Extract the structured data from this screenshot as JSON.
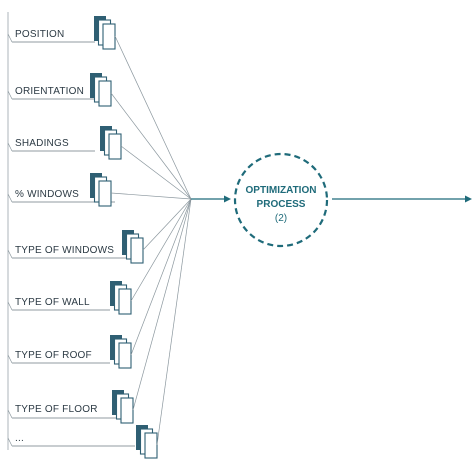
{
  "inputs": [
    {
      "label": "POSITION",
      "icon": "document-stack-icon"
    },
    {
      "label": "ORIENTATION",
      "icon": "document-stack-icon"
    },
    {
      "label": "SHADINGS",
      "icon": "document-stack-icon"
    },
    {
      "label": "% WINDOWS",
      "icon": "document-stack-icon"
    },
    {
      "label": "TYPE OF WINDOWS",
      "icon": "document-stack-icon"
    },
    {
      "label": "TYPE OF WALL",
      "icon": "document-stack-icon"
    },
    {
      "label": "TYPE OF ROOF",
      "icon": "document-stack-icon"
    },
    {
      "label": "TYPE OF FLOOR",
      "icon": "document-stack-icon"
    },
    {
      "label": "...",
      "icon": "document-stack-icon"
    }
  ],
  "process": {
    "title_line1": "OPTIMIZATION",
    "title_line2": "PROCESS",
    "number": "(2)"
  },
  "colors": {
    "accent": "#1f6b7a",
    "icon": "#2f5f73",
    "text": "#2c3a44",
    "connector": "#8b979e"
  }
}
